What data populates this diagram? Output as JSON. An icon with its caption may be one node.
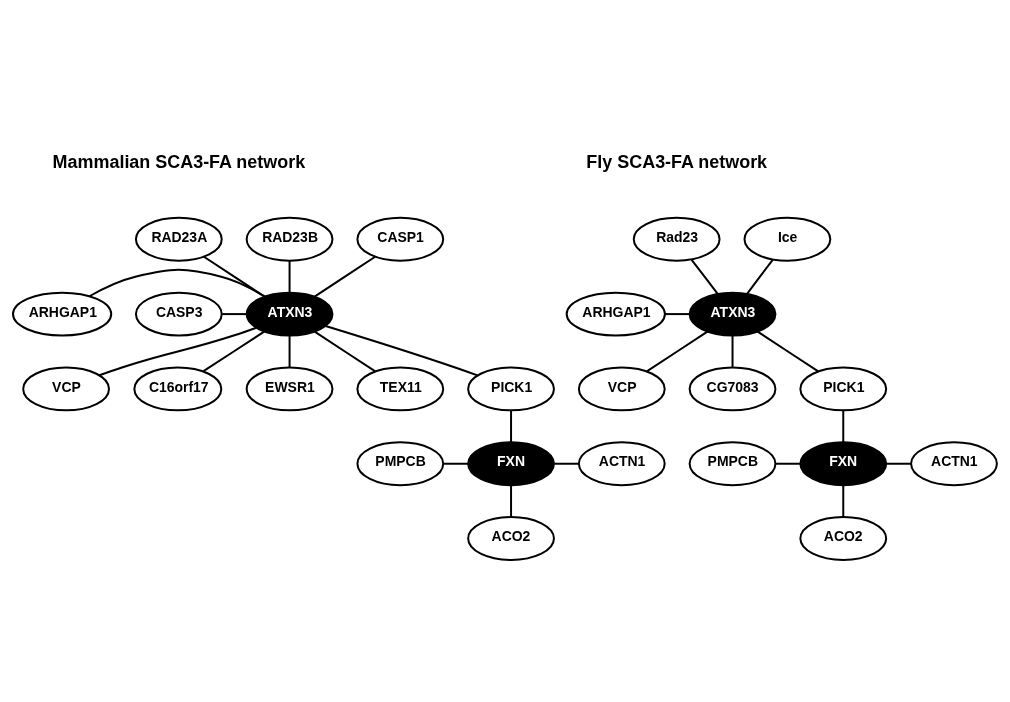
{
  "diagram": {
    "nodes": [
      {
        "text": [
          "RAD23B"
        ]
      },
      {
        "text": [
          "RAD23A"
        ]
      },
      {
        "text": [
          "CASP1"
        ]
      },
      {
        "text": [
          "ARHGAP1"
        ]
      },
      {
        "text": [
          "ATXN3"
        ]
      },
      {
        "text": [
          "CASP3"
        ]
      },
      {
        "text": [
          "VCP"
        ]
      },
      {
        "text": [
          "C16orf17"
        ]
      },
      {
        "text": [
          "EWSR1"
        ]
      },
      {
        "text": [
          "TEX11"
        ]
      },
      {
        "text": [
          "PICK1"
        ]
      },
      {
        "text": [
          "PMPCB"
        ]
      },
      {
        "text": [
          "FXN"
        ]
      },
      {
        "text": [
          "ACTN1"
        ]
      },
      {
        "text": [
          "ACO2"
        ]
      },
      {
        "text": [
          "Rad23"
        ]
      },
      {
        "text": [
          "Ice"
        ]
      },
      {
        "text": [
          "ARHGAP1"
        ]
      },
      {
        "text": [
          "ATXN3"
        ]
      },
      {
        "text": [
          "VCP"
        ]
      },
      {
        "text": [
          "CG7083"
        ]
      },
      {
        "text": [
          "PICK1"
        ]
      },
      {
        "text": [
          "PMPCB"
        ]
      },
      {
        "text": [
          "FXN"
        ]
      },
      {
        "text": [
          "ACTN1"
        ]
      },
      {
        "text": [
          "ACO2"
        ]
      }
    ],
    "edges": [
      {
        "from": 1,
        "to": 4,
        "arrow": "none"
      },
      {
        "from": 0,
        "to": 4,
        "arrow": "none"
      },
      {
        "from": 2,
        "to": 4,
        "arrow": "none"
      },
      {
        "from": 3,
        "to": 4,
        "arrow": "none"
      },
      {
        "from": 5,
        "to": 4,
        "arrow": "none"
      },
      {
        "from": 4,
        "to": 6,
        "arrow": "none"
      },
      {
        "from": 4,
        "to": 7,
        "arrow": "none"
      },
      {
        "from": 4,
        "to": 8,
        "arrow": "none"
      },
      {
        "from": 4,
        "to": 10,
        "arrow": "none"
      },
      {
        "from": 4,
        "to": 9,
        "arrow": "none"
      },
      {
        "from": 10,
        "to": 12,
        "arrow": "none"
      },
      {
        "from": 11,
        "to": 12,
        "arrow": "none"
      },
      {
        "from": 12,
        "to": 13,
        "arrow": "none"
      },
      {
        "from": 12,
        "to": 14,
        "arrow": "none"
      },
      {
        "from": 15,
        "to": 18,
        "arrow": "none"
      },
      {
        "from": 16,
        "to": 18,
        "arrow": "none"
      },
      {
        "from": 17,
        "to": 18,
        "arrow": "none"
      },
      {
        "from": 18,
        "to": 19,
        "arrow": "none"
      },
      {
        "from": 18,
        "to": 20,
        "arrow": "none"
      },
      {
        "from": 18,
        "to": 21,
        "arrow": "none"
      },
      {
        "from": 21,
        "to": 23,
        "arrow": "none"
      },
      {
        "from": 22,
        "to": 23,
        "arrow": "none"
      },
      {
        "from": 23,
        "to": 24,
        "arrow": "none"
      },
      {
        "from": 23,
        "to": 25,
        "arrow": "none"
      }
    ],
    "labels": [
      "Mammalian SCA3-FA network",
      "Fly SCA3-FA network"
    ]
  }
}
